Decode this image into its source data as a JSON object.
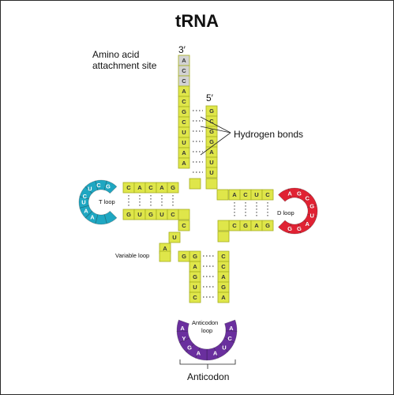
{
  "title": "tRNA",
  "labels": {
    "amino_line1": "Amino acid",
    "amino_line2": "attachment site",
    "three_prime": "3′",
    "five_prime": "5′",
    "hydrogen_bonds": "Hydrogen bonds",
    "t_loop": "T loop",
    "d_loop": "D loop",
    "variable_loop": "Variable loop",
    "anticodon_loop_line1": "Anticodon",
    "anticodon_loop_line2": "loop",
    "anticodon": "Anticodon"
  },
  "colors": {
    "stem": "#dfe64a",
    "stem_edge": "#a5ae1e",
    "cca_tail": "#d3d3d3",
    "t_loop": "#1fa7c2",
    "d_loop": "#e02233",
    "anticodon_loop": "#6a2f9e",
    "text": "#111111"
  },
  "strands": {
    "acceptor_left": [
      "A",
      "C",
      "C",
      "A",
      "C",
      "G",
      "C",
      "U",
      "U",
      "A",
      "A"
    ],
    "acceptor_right": [
      "G",
      "C",
      "G",
      "G",
      "A",
      "U",
      "U"
    ],
    "t_arm_top": [
      "C",
      "A",
      "C",
      "A",
      "G"
    ],
    "t_arm_bottom": [
      "G",
      "U",
      "G",
      "U",
      "C"
    ],
    "t_loop": [
      "U",
      "C",
      "G",
      "A",
      "A",
      "U",
      "C"
    ],
    "d_arm_top": [
      "A",
      "C",
      "U",
      "C"
    ],
    "d_arm_bottom": [
      "C",
      "G",
      "A",
      "G"
    ],
    "d_loop": [
      "A",
      "G",
      "C",
      "G",
      "U",
      "A",
      "G",
      "G"
    ],
    "variable_loop": [
      "U",
      "A"
    ],
    "anticodon_left": [
      "G",
      "A",
      "G",
      "U",
      "C"
    ],
    "anticodon_right": [
      "C",
      "C",
      "A",
      "G",
      "A"
    ],
    "anticodon_loop": [
      "A",
      "C",
      "U",
      "A",
      "A",
      "G",
      "Y"
    ]
  }
}
